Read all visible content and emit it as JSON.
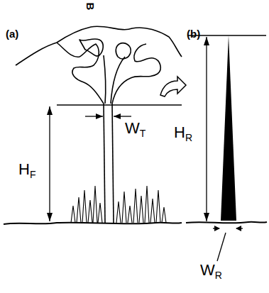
{
  "diagram": {
    "labels": [
      "B",
      "(a)",
      "(b)",
      "H",
      "F",
      "W",
      "T",
      "H",
      "R",
      "W",
      "R"
    ]
  }
}
